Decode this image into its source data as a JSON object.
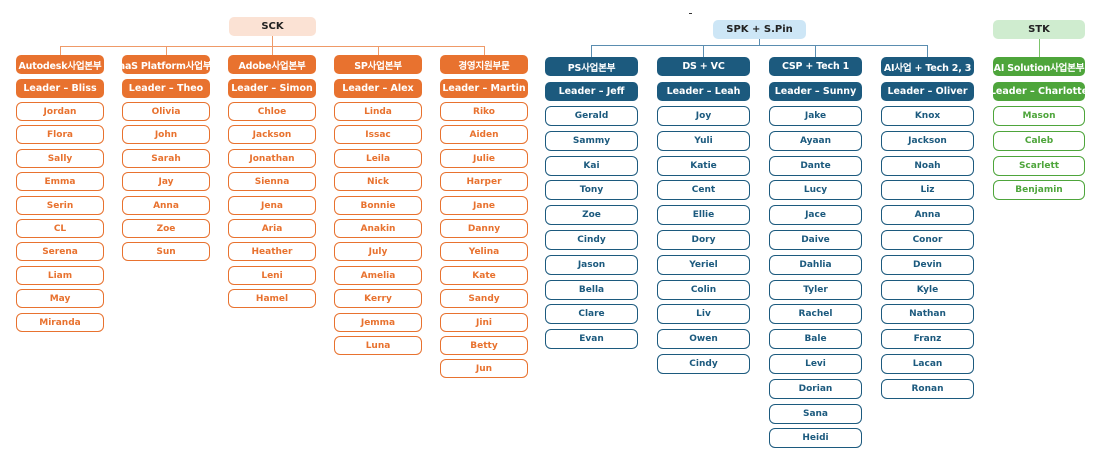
{
  "colors": {
    "sck": {
      "title_bg": "#fbe2d4",
      "title_text": "#222222",
      "primary": "#e8722f",
      "line": "#ef9a68"
    },
    "spk": {
      "title_bg": "#cde6f6",
      "title_text": "#222222",
      "primary": "#1c5a7e",
      "line": "#5a8db0"
    },
    "stk": {
      "title_bg": "#cfeccf",
      "title_text": "#222222",
      "primary": "#4ea53b",
      "line": "#7cc46b"
    }
  },
  "groups": [
    {
      "id": "sck",
      "title": "SCK",
      "depts": [
        {
          "name": "Autodesk사업본부",
          "leader": "Leader – Bliss",
          "members": [
            "Jordan",
            "Flora",
            "Sally",
            "Emma",
            "Serin",
            "CL",
            "Serena",
            "Liam",
            "May",
            "Miranda"
          ]
        },
        {
          "name": "SaaS Platform사업부문",
          "leader": "Leader – Theo",
          "members": [
            "Olivia",
            "John",
            "Sarah",
            "Jay",
            "Anna",
            "Zoe",
            "Sun"
          ]
        },
        {
          "name": "Adobe사업본부",
          "leader": "Leader – Simon",
          "members": [
            "Chloe",
            "Jackson",
            "Jonathan",
            "Sienna",
            "Jena",
            "Aria",
            "Heather",
            "Leni",
            "Hamel"
          ]
        },
        {
          "name": "SP사업본부",
          "leader": "Leader – Alex",
          "members": [
            "Linda",
            "Issac",
            "Leila",
            "Nick",
            "Bonnie",
            "Anakin",
            "July",
            "Amelia",
            "Kerry",
            "Jemma",
            "Luna"
          ]
        },
        {
          "name": "경영지원부문",
          "leader": "Leader – Martin",
          "members": [
            "Riko",
            "Aiden",
            "Julie",
            "Harper",
            "Jane",
            "Danny",
            "Yelina",
            "Kate",
            "Sandy",
            "Jini",
            "Betty",
            "Jun"
          ]
        }
      ]
    },
    {
      "id": "spk",
      "title": "SPK + S.Pin",
      "depts": [
        {
          "name": "PS사업본부",
          "leader": "Leader – Jeff",
          "members": [
            "Gerald",
            "Sammy",
            "Kai",
            "Tony",
            "Zoe",
            "Cindy",
            "Jason",
            "Bella",
            "Clare",
            "Evan"
          ]
        },
        {
          "name": "DS + VC",
          "leader": "Leader – Leah",
          "members": [
            "Joy",
            "Yuli",
            "Katie",
            "Cent",
            "Ellie",
            "Dory",
            "Yeriel",
            "Colin",
            "Liv",
            "Owen",
            "Cindy"
          ]
        },
        {
          "name": "CSP + Tech 1",
          "leader": "Leader – Sunny",
          "members": [
            "Jake",
            "Ayaan",
            "Dante",
            "Lucy",
            "Jace",
            "Daive",
            "Dahlia",
            "Tyler",
            "Rachel",
            "Bale",
            "Levi",
            "Dorian",
            "Sana",
            "Heidi"
          ]
        },
        {
          "name": "AI사업 + Tech 2, 3",
          "leader": "Leader – Oliver",
          "members": [
            "Knox",
            "Jackson",
            "Noah",
            "Liz",
            "Anna",
            "Conor",
            "Devin",
            "Kyle",
            "Nathan",
            "Franz",
            "Lacan",
            "Ronan"
          ]
        }
      ]
    },
    {
      "id": "stk",
      "title": "STK",
      "depts": [
        {
          "name": "AI Solution사업본부",
          "leader": "Leader – Charlotte",
          "members": [
            "Mason",
            "Caleb",
            "Scarlett",
            "Benjamin"
          ]
        }
      ]
    }
  ]
}
